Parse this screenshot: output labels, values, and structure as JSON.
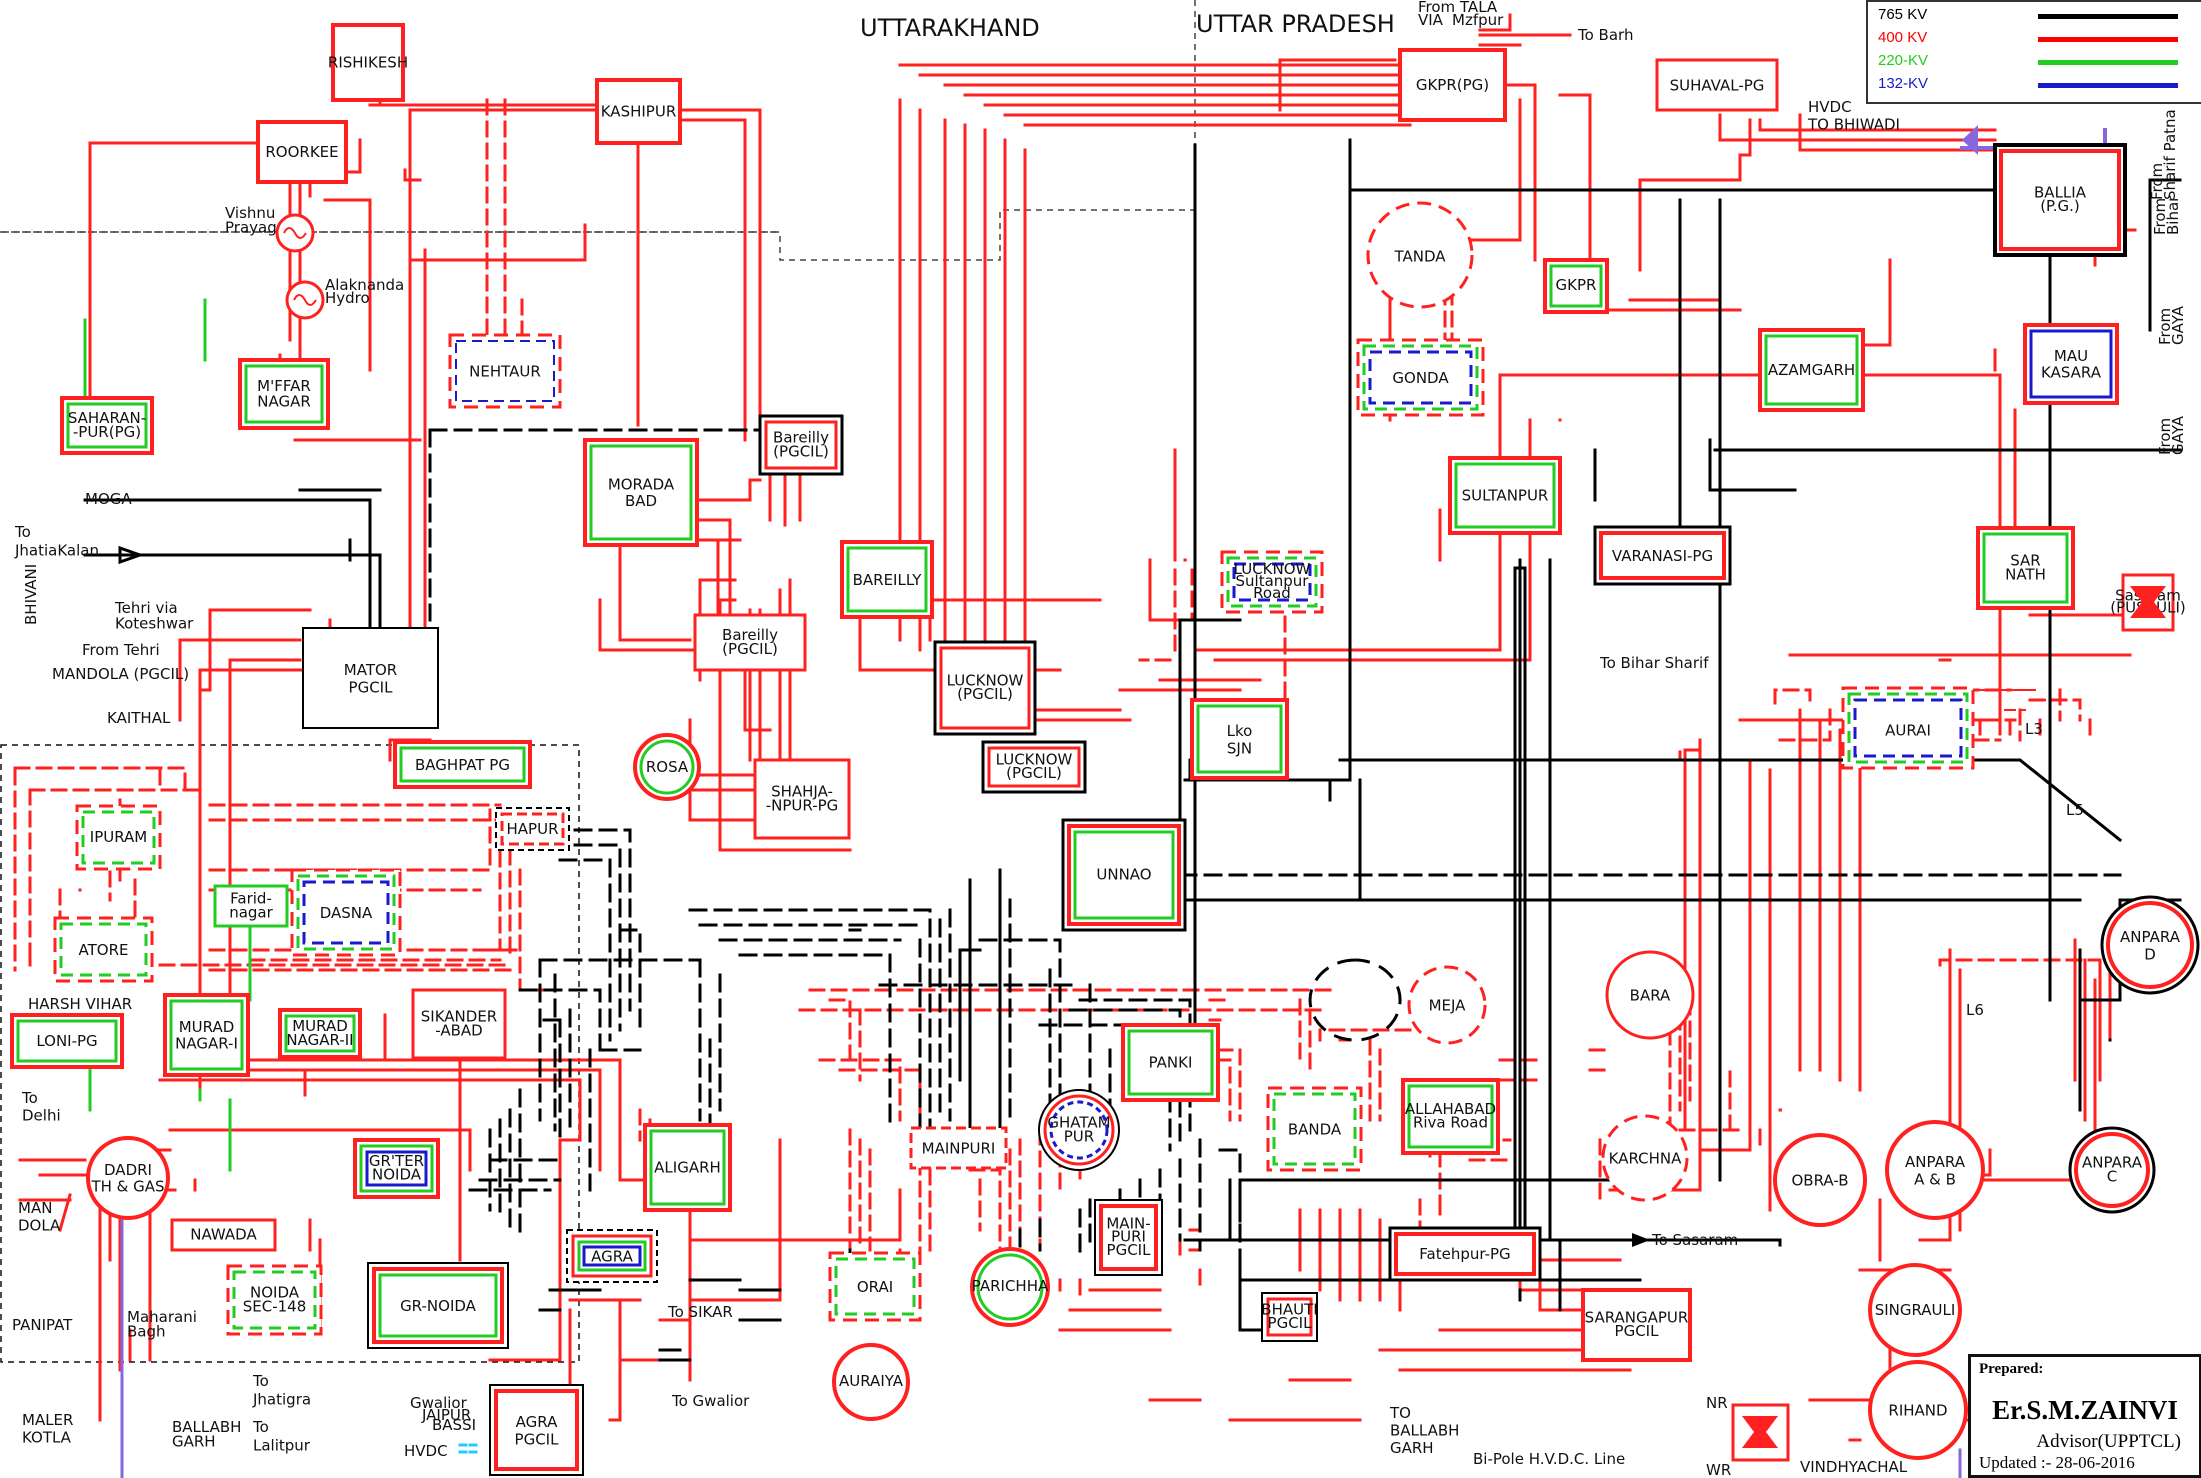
{
  "headings": {
    "uttarakhand": "UTTARAKHAND",
    "uttar_pradesh": "UTTAR PRADESH"
  },
  "legend": [
    {
      "label": "765 KV",
      "color": "#000000"
    },
    {
      "label": "400 KV",
      "color": "#ff0000"
    },
    {
      "label": "220-KV",
      "color": "#22cc22"
    },
    {
      "label": "132-KV",
      "color": "#1a1acc"
    }
  ],
  "credit": {
    "prepared": "Prepared:",
    "name": "Er.S.M.ZAINVI",
    "role": "Advisor(UPPTCL)",
    "updated": "Updated :-  28-06-2016"
  },
  "stations": {
    "rishikesh": [
      "RISHIKESH"
    ],
    "roorkee": [
      "ROORKEE"
    ],
    "kashipur": [
      "KASHIPUR"
    ],
    "mffar": [
      "M'FFAR",
      "NAGAR"
    ],
    "saharan": [
      "SAHARAN-",
      "-PUR(PG)"
    ],
    "nehtaur": [
      "NEHTAUR"
    ],
    "moradabad": [
      "MORADA",
      "BAD"
    ],
    "bareilly_pgcil_top": [
      "Bareilly",
      "(PGCIL)"
    ],
    "bareilly": [
      "BAREILLY"
    ],
    "bareilly_pgcil": [
      "Bareilly",
      "(PGCIL)"
    ],
    "rosa": [
      "ROSA"
    ],
    "shahjahanpur": [
      "SHAHJA-",
      "-NPUR-PG"
    ],
    "mator": [
      "MATOR",
      "PGCIL"
    ],
    "baghpat": [
      "BAGHPAT PG"
    ],
    "ipuram": [
      "IPURAM"
    ],
    "atore": [
      "ATORE"
    ],
    "dasna": [
      "DASNA"
    ],
    "faridnagar": [
      "Farid-",
      "nagar"
    ],
    "hapur": [
      "HAPUR"
    ],
    "loni": [
      "LONI-PG"
    ],
    "murad1": [
      "MURAD",
      "NAGAR-I"
    ],
    "murad2": [
      "MURAD",
      "NAGAR-II"
    ],
    "sikanderabad": [
      "SIKANDER",
      "-ABAD"
    ],
    "dadri": [
      "DADRI",
      "TH & GAS"
    ],
    "grnoida_small": [
      "GR'TER",
      "NOIDA"
    ],
    "nawada": [
      "NAWADA"
    ],
    "noida148": [
      "NOIDA",
      "SEC-148"
    ],
    "grnoida": [
      "GR-NOIDA"
    ],
    "agra_small": [
      "AGRA"
    ],
    "agra_pgcil": [
      "AGRA",
      "PGCIL"
    ],
    "aligarh": [
      "ALIGARH"
    ],
    "mainpuri": [
      "MAINPURI"
    ],
    "mainpuri_pgcil": [
      "MAIN-",
      "PURI",
      "PGCIL"
    ],
    "ghatampur": [
      "GHATAM",
      "PUR"
    ],
    "orai": [
      "ORAI"
    ],
    "parichha": [
      "PARICHHA"
    ],
    "auraiya": [
      "AURAIYA"
    ],
    "bhauti": [
      "BHAUTI",
      "PGCIL"
    ],
    "unnao": [
      "UNNAO"
    ],
    "lucknow_pgcil": [
      "LUCKNOW",
      "(PGCIL)"
    ],
    "lucknow_pgcil2": [
      "LUCKNOW",
      "(PGCIL)"
    ],
    "lko_sjn": [
      "Lko",
      "SJN"
    ],
    "lucknow_sultanpur": [
      "LUCKNOW",
      "Sultanpur",
      "Road"
    ],
    "panki": [
      "PANKI"
    ],
    "banda": [
      "BANDA"
    ],
    "allahabad": [
      "ALLAHABAD",
      "Riva Road"
    ],
    "meja": [
      "MEJA"
    ],
    "bara": [
      "BARA"
    ],
    "karchna": [
      "KARCHNA"
    ],
    "fatehpur": [
      "Fatehpur-PG"
    ],
    "sarangapur": [
      "SARANGAPUR",
      "PGCIL"
    ],
    "gkpr_pg": [
      "GKPR(PG)"
    ],
    "suhaval": [
      "SUHAVAL-PG"
    ],
    "gkpr": [
      "GKPR"
    ],
    "tanda": [
      "TANDA"
    ],
    "gonda": [
      "GONDA"
    ],
    "azamgarh": [
      "AZAMGARH"
    ],
    "mau": [
      "MAU",
      "KASARA"
    ],
    "ballia": [
      "BALLIA",
      "(P.G.)"
    ],
    "sultanpur": [
      "SULTANPUR"
    ],
    "varanasi": [
      "VARANASI-PG"
    ],
    "sarnath": [
      "SAR",
      "NATH"
    ],
    "aurai": [
      "AURAI"
    ],
    "anpara_d": [
      "ANPARA",
      "D"
    ],
    "anpara_ab": [
      "ANPARA",
      "A & B"
    ],
    "anpara_c": [
      "ANPARA",
      "C"
    ],
    "obra": [
      "OBRA-B"
    ],
    "singrauli": [
      "SINGRAULI"
    ],
    "rihand": [
      "RIHAND"
    ],
    "sasaram": [
      "Sasaram",
      "(PUSAULI)"
    ]
  },
  "labels": {
    "to_barh": "To Barh",
    "from_tala": "From TALA",
    "via_mzfpur": [
      "VIA",
      "Mzfpur"
    ],
    "hvdc_bhiwadi": [
      "HVDC",
      "TO BHIWADI"
    ],
    "from_sharif_patna": [
      "From",
      "Sharif Patna"
    ],
    "from_bihar": [
      "From",
      "Bihar"
    ],
    "from_gaya1": [
      "From",
      "GAYA"
    ],
    "from_gaya2": [
      "From",
      "GAYA"
    ],
    "vishnu_prayag": [
      "Vishnu",
      "Prayag"
    ],
    "alaknanda": [
      "Alaknanda",
      "Hydro"
    ],
    "moga": "MOGA",
    "to_jhatia": [
      "To",
      "JhatiaKalan"
    ],
    "bhivani": "BHIVANI",
    "tehri_koteshwar": [
      "Tehri via",
      "Koteshwar"
    ],
    "from_tehri": "From Tehri",
    "mandola": "MANDOLA (PGCIL)",
    "kaithal": "KAITHAL",
    "harsh_vihar": "HARSH VIHAR",
    "to_delhi": [
      "To",
      "Delhi"
    ],
    "mandola2": [
      "MAN",
      "DOLA"
    ],
    "panipat": "PANIPAT",
    "maler_kotla": [
      "MALER",
      "KOTLA"
    ],
    "maharani_bagh": [
      "Maharani",
      "Bagh"
    ],
    "ballabh_garh": [
      "BALLABH",
      "GARH"
    ],
    "to_jhatigra": [
      "To",
      "Jhatigra"
    ],
    "to_lalitpur": [
      "To",
      "Lalitpur"
    ],
    "gwalior_jaipur": [
      "Gwalior",
      "JAIPUR",
      "BASSI"
    ],
    "hvdc": "HVDC",
    "to_sikar": "To SIKAR",
    "to_gwalior": "To Gwalior",
    "to_ballabh": [
      "TO",
      "BALLABH",
      "GARH"
    ],
    "bipole": "Bi-Pole H.V.D.C. Line",
    "to_sasaram": "To Sasaram",
    "to_bihar_sharif": "To Bihar Sharif",
    "l3": "L3",
    "l5": "L5",
    "l6": "L6",
    "nr": "NR",
    "wr": "WR",
    "vindhyachal": "VINDHYACHAL"
  }
}
